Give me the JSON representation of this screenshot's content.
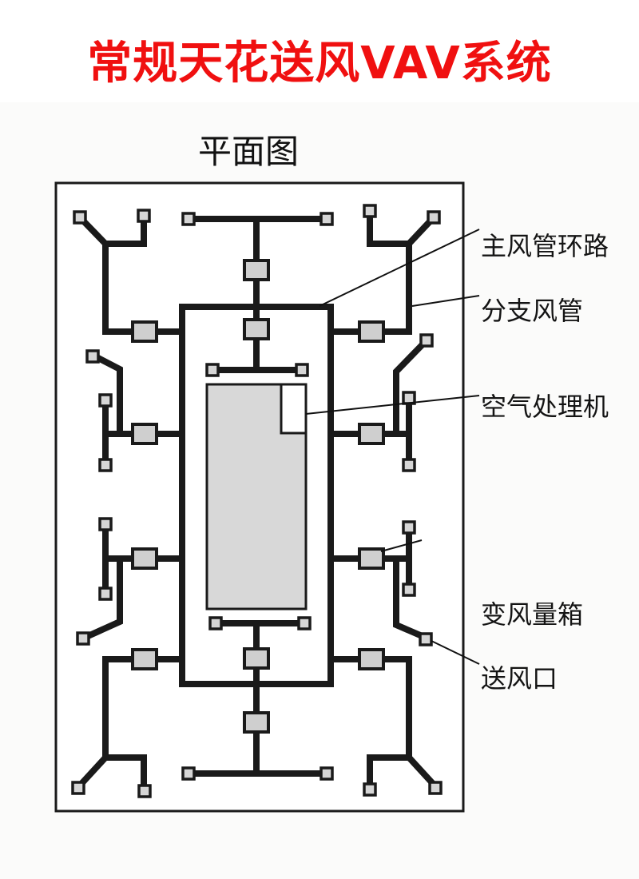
{
  "title": "常规天花送风VAV系统",
  "subtitle": "平面图",
  "labels": {
    "main_duct_loop": "主风管环路",
    "branch_duct": "分支风管",
    "air_handling_unit": "空气处理机",
    "vav_box": "变风量箱",
    "supply_diffuser": "送风口"
  },
  "colors": {
    "title": "#f01010",
    "duct": "#1a1a1a",
    "component_fill": "#cfcfcf",
    "ahu_fill": "#d8d8d8"
  }
}
